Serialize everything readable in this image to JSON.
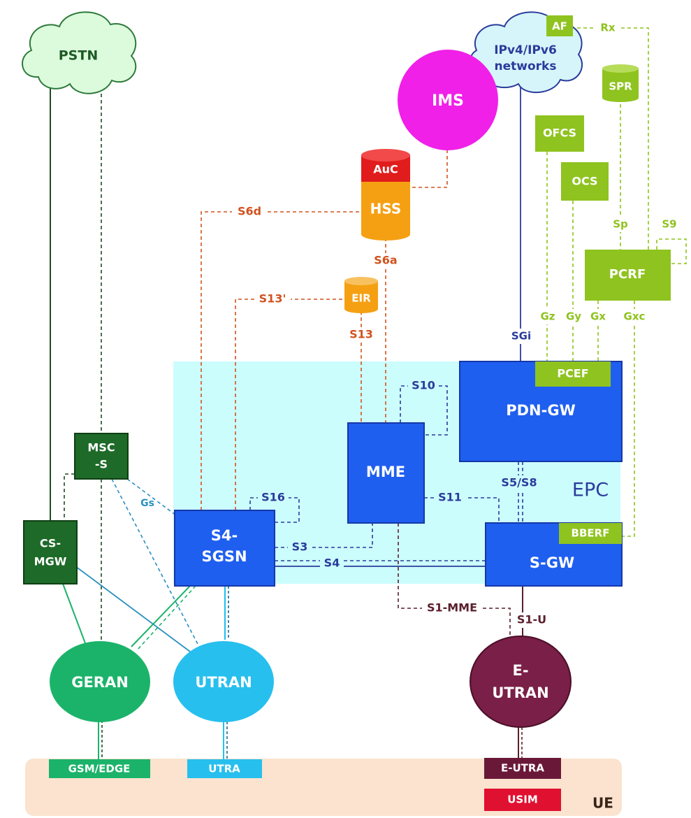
{
  "colors": {
    "epc_area": "#ccfdfd",
    "ue_area": "#fbe3cf",
    "core_blue": "#1f5ff0",
    "policy_green": "#8fc31f",
    "legacy_green": "#1e6a28",
    "geran": "#1bb36a",
    "utran": "#27bfee",
    "eutran": "#7a1f47",
    "ims": "#f020e8",
    "hss": "#f5a013",
    "auc": "#e11c1c",
    "usim": "#e01030",
    "orange_line": "#d0531f",
    "navy_line": "#2a3c9b",
    "maroon_line": "#5a1f2c"
  },
  "nodes": {
    "pstn": "PSTN",
    "ip_networks": [
      "IPv4/IPv6",
      "networks"
    ],
    "af": "AF",
    "spr": "SPR",
    "ims": "IMS",
    "auc": "AuC",
    "hss": "HSS",
    "ofcs": "OFCS",
    "ocs": "OCS",
    "pcrf": "PCRF",
    "eir": "EIR",
    "pcef": "PCEF",
    "pdn_gw": "PDN-GW",
    "mme": "MME",
    "msc_s": [
      "MSC",
      "-S"
    ],
    "cs_mgw": [
      "CS-",
      "MGW"
    ],
    "s4_sgsn": [
      "S4-",
      "SGSN"
    ],
    "s_gw": "S-GW",
    "bberf": "BBERF",
    "epc": "EPC",
    "geran": "GERAN",
    "utran": "UTRAN",
    "e_utran": [
      "E-",
      "UTRAN"
    ],
    "gsm_edge": "GSM/EDGE",
    "utra": "UTRA",
    "e_utra": "E-UTRA",
    "usim": "USIM",
    "ue": "UE"
  },
  "interfaces": {
    "rx": "Rx",
    "s6d": "S6d",
    "s6a": "S6a",
    "s13_prime": "S13'",
    "s13": "S13",
    "sp": "Sp",
    "s9": "S9",
    "gz": "Gz",
    "gy": "Gy",
    "gx": "Gx",
    "gxc": "Gxc",
    "sgi": "SGi",
    "s10": "S10",
    "s5_s8": "S5/S8",
    "s11": "S11",
    "s16": "S16",
    "s3": "S3",
    "s4": "S4",
    "gs": "Gs",
    "s1_mme": "S1-MME",
    "s1_u": "S1-U"
  }
}
